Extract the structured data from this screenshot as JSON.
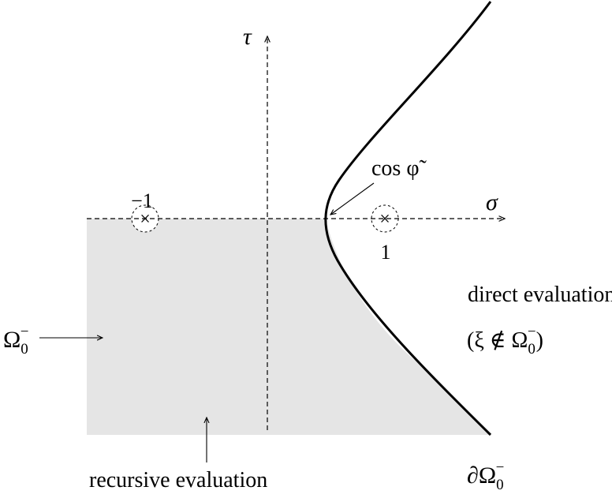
{
  "colors": {
    "region_fill": "#e5e5e5",
    "stroke": "#000000"
  },
  "axes": {
    "tau_label": "τ",
    "sigma_label": "σ"
  },
  "points": {
    "minus_one_label": "−1",
    "one_label": "1",
    "marker_glyph": "×"
  },
  "labels": {
    "cos_phi": "cos φ̃",
    "direct_evaluation": "direct evaluation",
    "xi_open": "(ξ ∉ Ω",
    "xi_sub": "0",
    "xi_sup": "−",
    "xi_close": ")",
    "omega_main": "Ω",
    "omega_sub": "0",
    "omega_sup": "−",
    "recursive_evaluation": "recursive evaluation",
    "boundary_main": "∂Ω",
    "boundary_sub": "0",
    "boundary_sup": "−"
  }
}
